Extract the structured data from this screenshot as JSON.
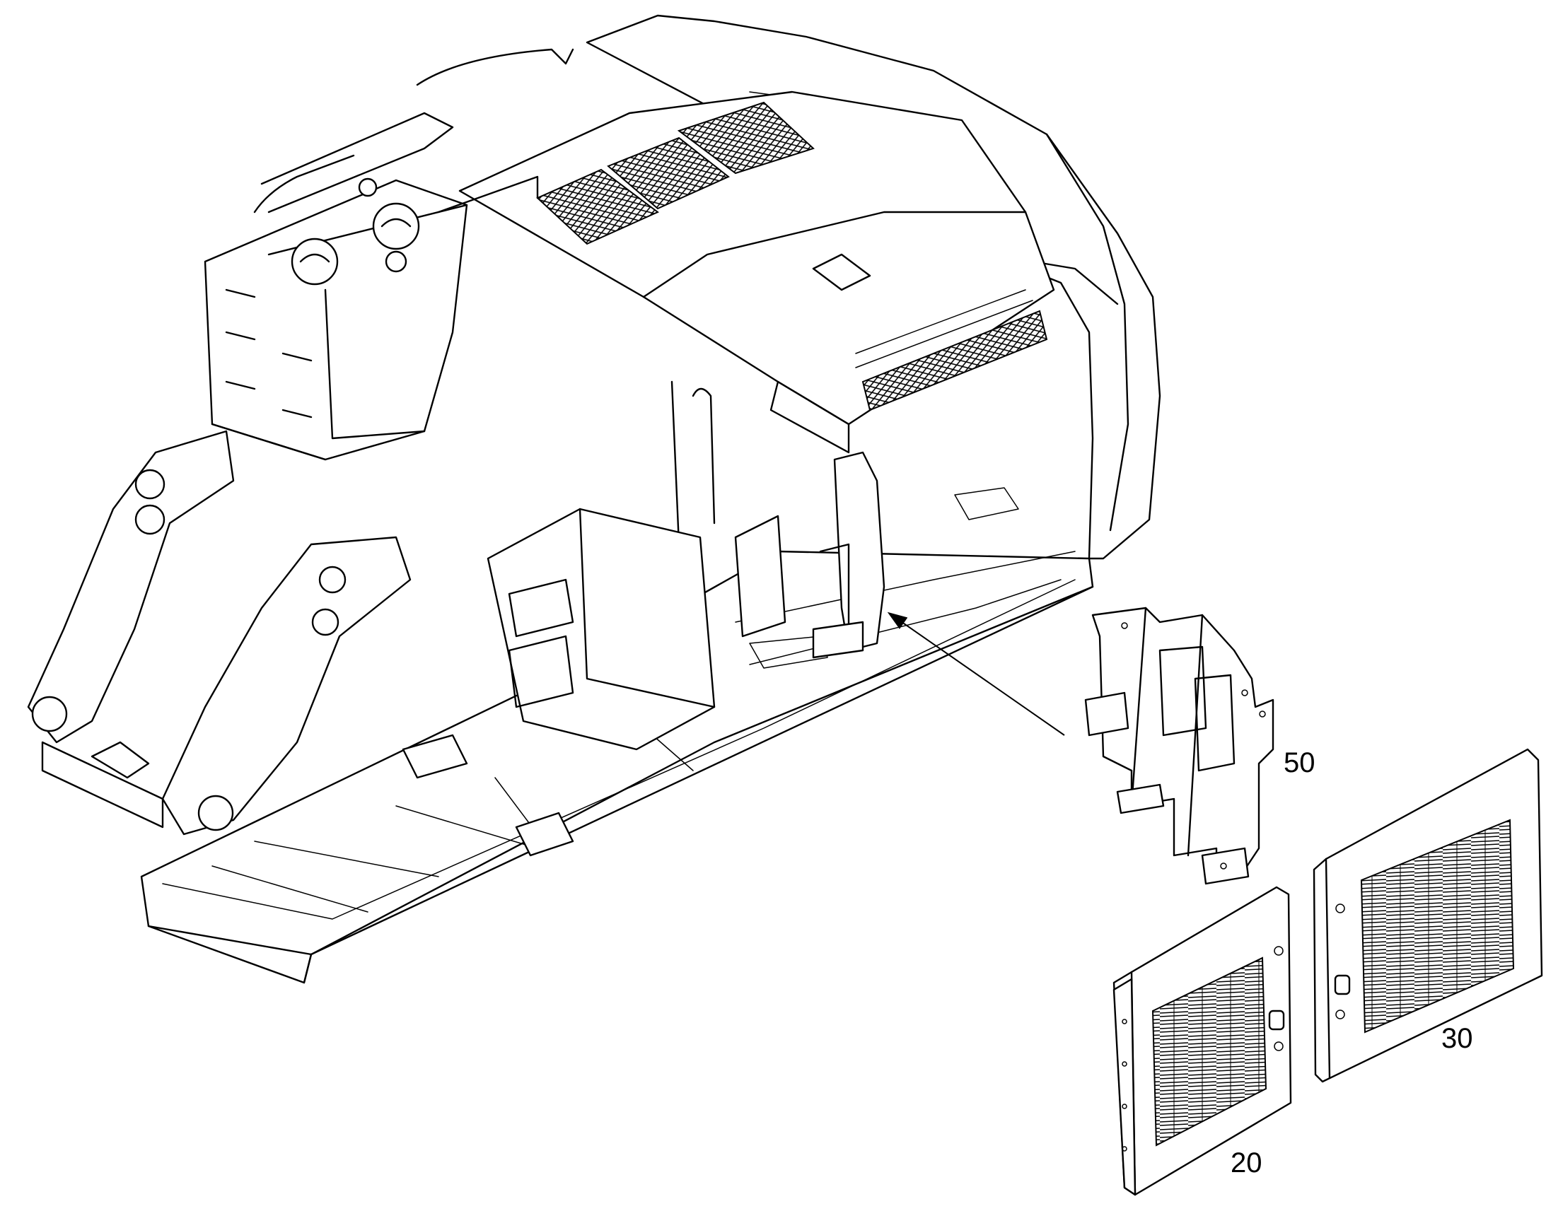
{
  "callouts": {
    "bracket": "50",
    "door_right": "30",
    "door_left": "20"
  }
}
